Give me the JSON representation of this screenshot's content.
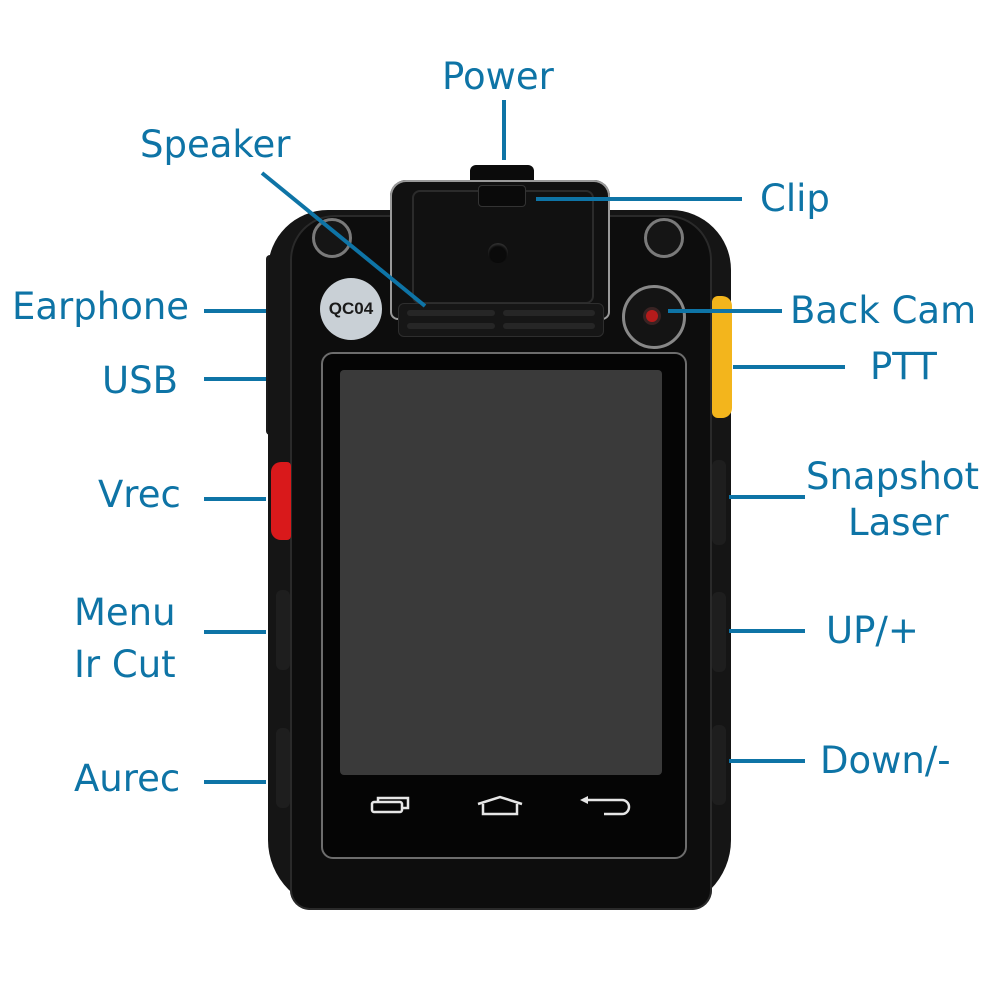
{
  "figure": {
    "type": "product-diagram",
    "device_badge": "QC04",
    "label_color": "#0e74a6",
    "accent_colors": {
      "ptt_button": "#f3b51c",
      "vrec_button": "#d9191b",
      "back_cam_dot": "#b51b1b",
      "body": "#151515"
    },
    "labels": {
      "top": {
        "power": "Power",
        "speaker": "Speaker",
        "clip": "Clip"
      },
      "left": {
        "earphone": "Earphone",
        "usb": "USB",
        "vrec": "Vrec",
        "menu": "Menu",
        "ir_cut": "Ir Cut",
        "aurec": "Aurec"
      },
      "right": {
        "back_cam": "Back Cam",
        "ptt": "PTT",
        "snapshot": "Snapshot",
        "laser": "Laser",
        "up": "UP/+",
        "down": "Down/-"
      }
    },
    "nav_buttons": [
      "recent-apps",
      "home",
      "back"
    ]
  }
}
